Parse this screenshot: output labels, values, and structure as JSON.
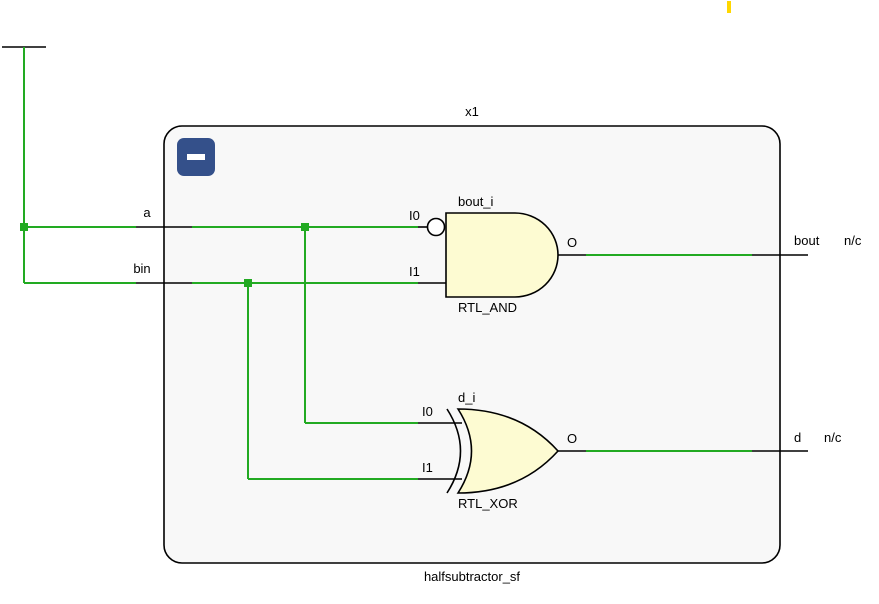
{
  "instance": {
    "name": "x1",
    "module": "halfsubtractor_sf"
  },
  "collapse_button": {
    "icon": "minus-icon",
    "color": "#34508a"
  },
  "inputs": {
    "a": "a",
    "bin": "bin"
  },
  "gates": {
    "and": {
      "instance": "bout_i",
      "type": "RTL_AND",
      "in0": "I0",
      "in1": "I1",
      "out": "O"
    },
    "xor": {
      "instance": "d_i",
      "type": "RTL_XOR",
      "in0": "I0",
      "in1": "I1",
      "out": "O"
    }
  },
  "outputs": {
    "bout": {
      "name": "bout",
      "status": "n/c"
    },
    "d": {
      "name": "d",
      "status": "n/c"
    }
  },
  "colors": {
    "net": "#22aa22",
    "gate_fill": "#fdfbd2",
    "block_fill": "#f8f8f8",
    "marker": "#ffd700"
  }
}
